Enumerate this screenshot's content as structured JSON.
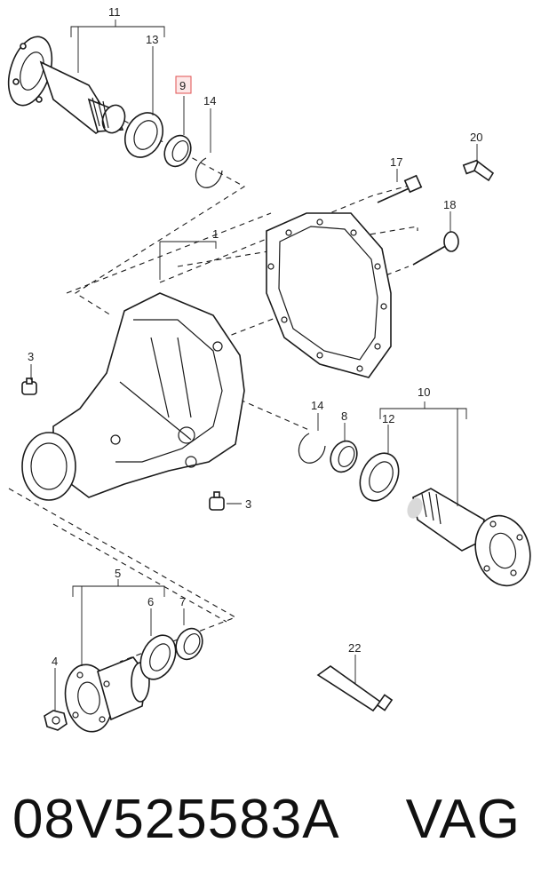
{
  "callouts": {
    "c1": "1",
    "c3a": "3",
    "c3b": "3",
    "c4": "4",
    "c5": "5",
    "c6": "6",
    "c7": "7",
    "c8": "8",
    "c9": "9",
    "c10": "10",
    "c11": "11",
    "c12": "12",
    "c13": "13",
    "c14a": "14",
    "c14b": "14",
    "c17": "17",
    "c18": "18",
    "c20": "20",
    "c22": "22"
  },
  "highlight_color": "#e05050",
  "caption": {
    "part_number": "08V525583A",
    "brand": "VAG"
  }
}
